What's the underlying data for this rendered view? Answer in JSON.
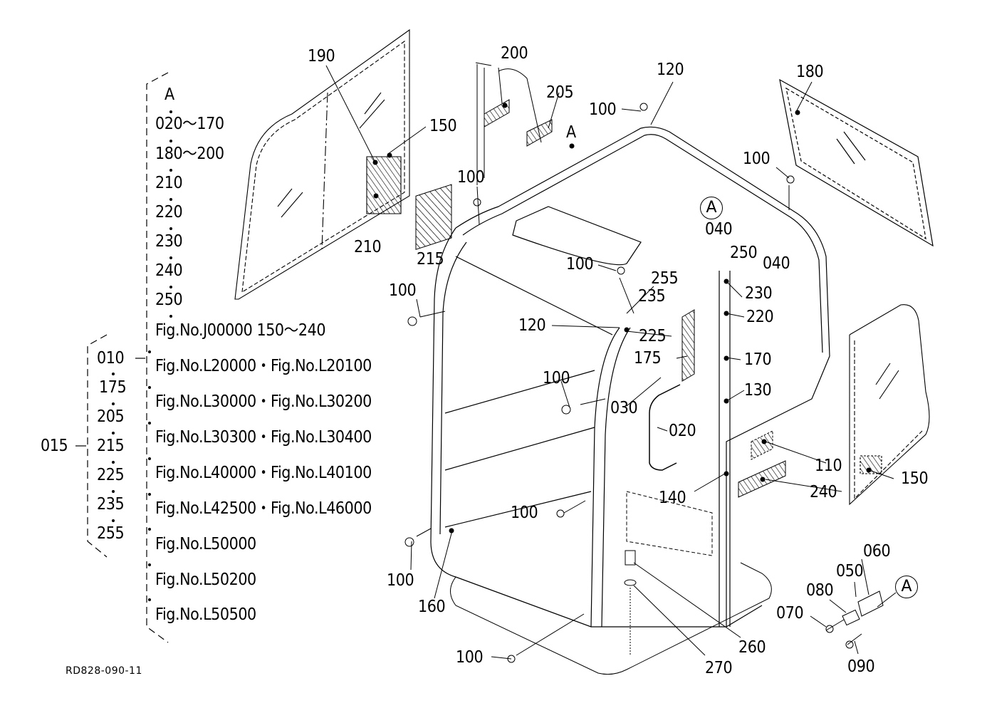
{
  "diagram": {
    "reference_code": "RD828-090-11",
    "legend_group_A": {
      "header": "A",
      "items": [
        "020～170",
        "180～200",
        "210",
        "220",
        "230",
        "240",
        "250",
        "Fig.No.J00000  150～240"
      ]
    },
    "legend_group_010": {
      "label": "010",
      "figures": [
        "Fig.No.L20000・Fig.No.L20100",
        "Fig.No.L30000・Fig.No.L30200",
        "Fig.No.L30300・Fig.No.L30400",
        "Fig.No.L40000・Fig.No.L40100",
        "Fig.No.L42500・Fig.No.L46000",
        "Fig.No.L50000",
        "Fig.No.L50200",
        "Fig.No.L50500"
      ]
    },
    "legend_group_015": {
      "label": "015",
      "items": [
        "010",
        "175",
        "205",
        "215",
        "225",
        "235",
        "255"
      ]
    },
    "callouts": {
      "c190": "190",
      "c150a": "150",
      "c210": "210",
      "c215": "215",
      "c200": "200",
      "c205": "205",
      "c120a": "120",
      "c100a": "100",
      "cA1": "A",
      "c180": "180",
      "c100b": "100",
      "c100c": "100",
      "cA2": "A",
      "c040a": "040",
      "c250": "250",
      "c040b": "040",
      "c255": "255",
      "c100d": "100",
      "c235": "235",
      "c230": "230",
      "c100e": "100",
      "c120b": "120",
      "c225": "225",
      "c220": "220",
      "c175": "175",
      "c170": "170",
      "c100f": "100",
      "c030": "030",
      "c130": "130",
      "c020": "020",
      "c110": "110",
      "c150b": "150",
      "c240": "240",
      "c140": "140",
      "c100g": "100",
      "c100h": "100",
      "c160": "160",
      "c060": "060",
      "c050": "050",
      "c080": "080",
      "cA3": "A",
      "c070": "070",
      "c260": "260",
      "c090": "090",
      "c100i": "100",
      "c270": "270"
    }
  }
}
